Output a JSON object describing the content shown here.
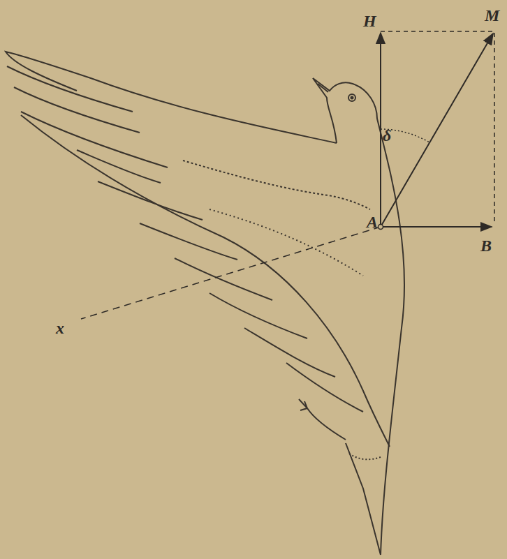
{
  "diagram": {
    "labels": [
      "H",
      "M",
      "δ",
      "A",
      "B",
      "x"
    ]
  }
}
